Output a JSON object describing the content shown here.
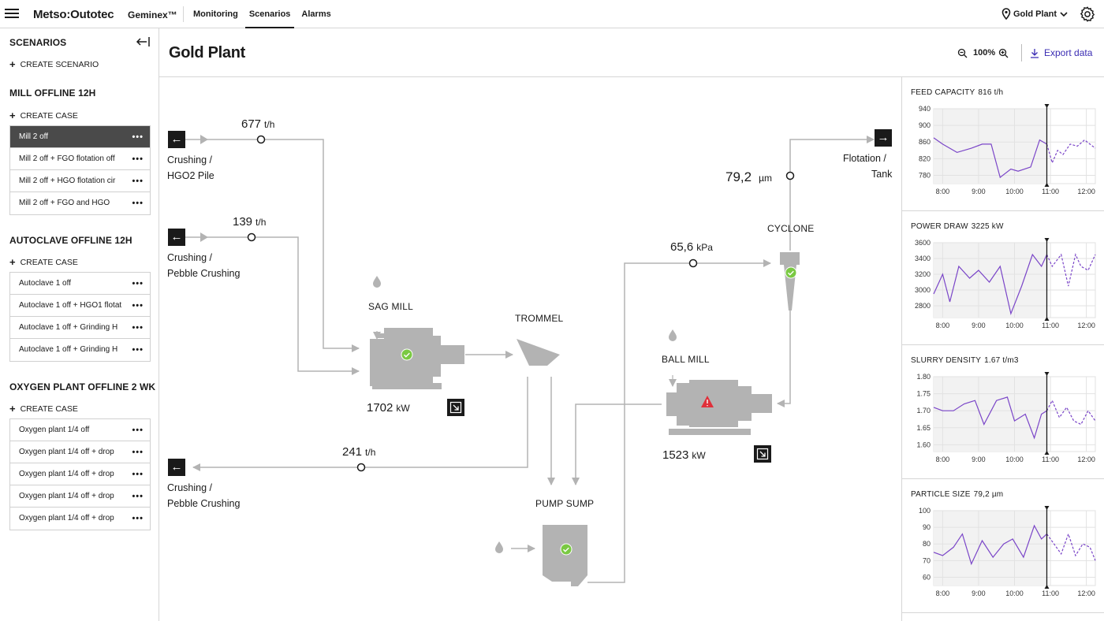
{
  "topbar": {
    "brand": "Metso:Outotec",
    "product": "Geminex™",
    "nav": [
      "Monitoring",
      "Scenarios",
      "Alarms"
    ],
    "active_nav": "Scenarios",
    "plant": "Gold Plant"
  },
  "sidebar": {
    "title": "SCENARIOS",
    "create_scenario": "CREATE SCENARIO",
    "groups": [
      {
        "title": "MILL OFFLINE 12H",
        "create": "CREATE CASE",
        "cases": [
          "Mill 2 off",
          "Mill 2 off + FGO flotation off",
          "Mill 2 off + HGO flotation cir",
          "Mill 2 off + FGO and HGO"
        ]
      },
      {
        "title": "AUTOCLAVE OFFLINE 12H",
        "create": "CREATE CASE",
        "cases": [
          "Autoclave 1 off",
          "Autoclave 1 off + HGO1 flotat",
          "Autoclave 1 off + Grinding H",
          "Autoclave 1 off + Grinding H"
        ]
      },
      {
        "title": "OXYGEN PLANT OFFLINE 2 WK",
        "create": "CREATE CASE",
        "cases": [
          "Oxygen plant 1/4 off",
          "Oxygen plant 1/4 off + drop",
          "Oxygen plant 1/4 off + drop",
          "Oxygen plant 1/4 off + drop",
          "Oxygen plant 1/4 off + drop"
        ]
      }
    ],
    "active_case": "Mill 2 off",
    "dots": "•••"
  },
  "main": {
    "title": "Gold Plant",
    "zoom": "100%",
    "export": "Export data"
  },
  "diagram": {
    "streams": [
      {
        "value": "677",
        "unit": "t/h",
        "label1": "Crushing /",
        "label2": "HGO2 Pile"
      },
      {
        "value": "139",
        "unit": "t/h",
        "label1": "Crushing /",
        "label2": "Pebble Crushing"
      },
      {
        "value": "241",
        "unit": "t/h",
        "label1": "Crushing /",
        "label2": "Pebble Crushing"
      }
    ],
    "outlet": {
      "label1": "Flotation /",
      "label2": "Tank"
    },
    "particle": {
      "value": "79,2",
      "unit": "µm"
    },
    "pressure": {
      "value": "65,6",
      "unit": "kPa"
    },
    "sag": {
      "label": "SAG MILL",
      "value": "1702",
      "unit": "kW"
    },
    "ball": {
      "label": "BALL MILL",
      "value": "1523",
      "unit": "kW"
    },
    "trommel": "TROMMEL",
    "cyclone": "CYCLONE",
    "sump": "PUMP SUMP",
    "arrow_left": "←",
    "arrow_right": "→",
    "colors": {
      "equipment": "#b3b3b3",
      "ok": "#7ac943",
      "alarm": "#e0303a",
      "line": "#b3b3b3"
    }
  },
  "charts": {
    "x_ticks": [
      "8:00",
      "9:00",
      "10:00",
      "11:00",
      "12:00"
    ],
    "items": [
      {
        "title": "FEED CAPACITY",
        "value": "816 t/h"
      },
      {
        "title": "POWER DRAW",
        "value": "3225 kW"
      },
      {
        "title": "SLURRY DENSITY",
        "value": "1.67 t/m3"
      },
      {
        "title": "PARTICLE SIZE",
        "value": "79,2 µm"
      }
    ]
  },
  "chart_data": [
    {
      "type": "line",
      "title": "FEED CAPACITY 816 t/h",
      "ylim": [
        760,
        940
      ],
      "y_ticks": [
        "940",
        "900",
        "860",
        "820",
        "780"
      ],
      "x_range": [
        7.75,
        12.25
      ],
      "x": [
        7.75,
        8.0,
        8.4,
        8.8,
        9.1,
        9.35,
        9.6,
        9.9,
        10.1,
        10.45,
        10.7,
        10.9,
        11.05,
        11.2,
        11.35,
        11.55,
        11.75,
        11.95,
        12.1,
        12.25
      ],
      "series": [
        {
          "values": [
            870,
            855,
            835,
            845,
            855,
            855,
            775,
            795,
            790,
            800,
            865,
            855,
            810,
            840,
            830,
            855,
            850,
            865,
            855,
            845
          ]
        }
      ],
      "now": 10.9,
      "color": "#7a45c8"
    },
    {
      "type": "line",
      "title": "POWER DRAW 3225 kW",
      "ylim": [
        2650,
        3600
      ],
      "y_ticks": [
        "3600",
        "3400",
        "3200",
        "3000",
        "2800"
      ],
      "x_range": [
        7.75,
        12.25
      ],
      "x": [
        7.75,
        8.0,
        8.2,
        8.45,
        8.75,
        9.0,
        9.3,
        9.6,
        9.9,
        10.2,
        10.5,
        10.75,
        10.9,
        11.05,
        11.3,
        11.5,
        11.7,
        11.85,
        12.05,
        12.25
      ],
      "series": [
        {
          "values": [
            2950,
            3200,
            2850,
            3300,
            3150,
            3250,
            3100,
            3300,
            2700,
            3050,
            3450,
            3300,
            3450,
            3300,
            3450,
            3050,
            3450,
            3300,
            3250,
            3450
          ]
        }
      ],
      "now": 10.9,
      "color": "#7a45c8"
    },
    {
      "type": "line",
      "title": "SLURRY DENSITY 1.67 t/m3",
      "ylim": [
        1.58,
        1.8
      ],
      "y_ticks": [
        "1.80",
        "1.75",
        "1.70",
        "1.65",
        "1.60"
      ],
      "x_range": [
        7.75,
        12.25
      ],
      "x": [
        7.75,
        8.0,
        8.3,
        8.6,
        8.9,
        9.15,
        9.5,
        9.8,
        10.0,
        10.3,
        10.55,
        10.75,
        10.9,
        11.05,
        11.25,
        11.45,
        11.65,
        11.85,
        12.05,
        12.25
      ],
      "series": [
        {
          "values": [
            1.71,
            1.7,
            1.7,
            1.72,
            1.73,
            1.66,
            1.73,
            1.74,
            1.67,
            1.69,
            1.62,
            1.69,
            1.7,
            1.73,
            1.68,
            1.71,
            1.67,
            1.66,
            1.7,
            1.67
          ]
        }
      ],
      "now": 10.9,
      "color": "#7a45c8"
    },
    {
      "type": "line",
      "title": "PARTICLE SIZE 79,2 µm",
      "ylim": [
        55,
        100
      ],
      "y_ticks": [
        "100",
        "90",
        "80",
        "70",
        "60"
      ],
      "x_range": [
        7.75,
        12.25
      ],
      "x": [
        7.75,
        8.0,
        8.3,
        8.55,
        8.8,
        9.1,
        9.4,
        9.7,
        9.95,
        10.25,
        10.55,
        10.75,
        10.9,
        11.1,
        11.3,
        11.5,
        11.7,
        11.9,
        12.1,
        12.25
      ],
      "series": [
        {
          "values": [
            75,
            73,
            78,
            86,
            68,
            82,
            72,
            80,
            83,
            72,
            91,
            83,
            86,
            80,
            74,
            86,
            73,
            80,
            78,
            70
          ]
        }
      ],
      "now": 10.9,
      "color": "#7a45c8"
    }
  ]
}
